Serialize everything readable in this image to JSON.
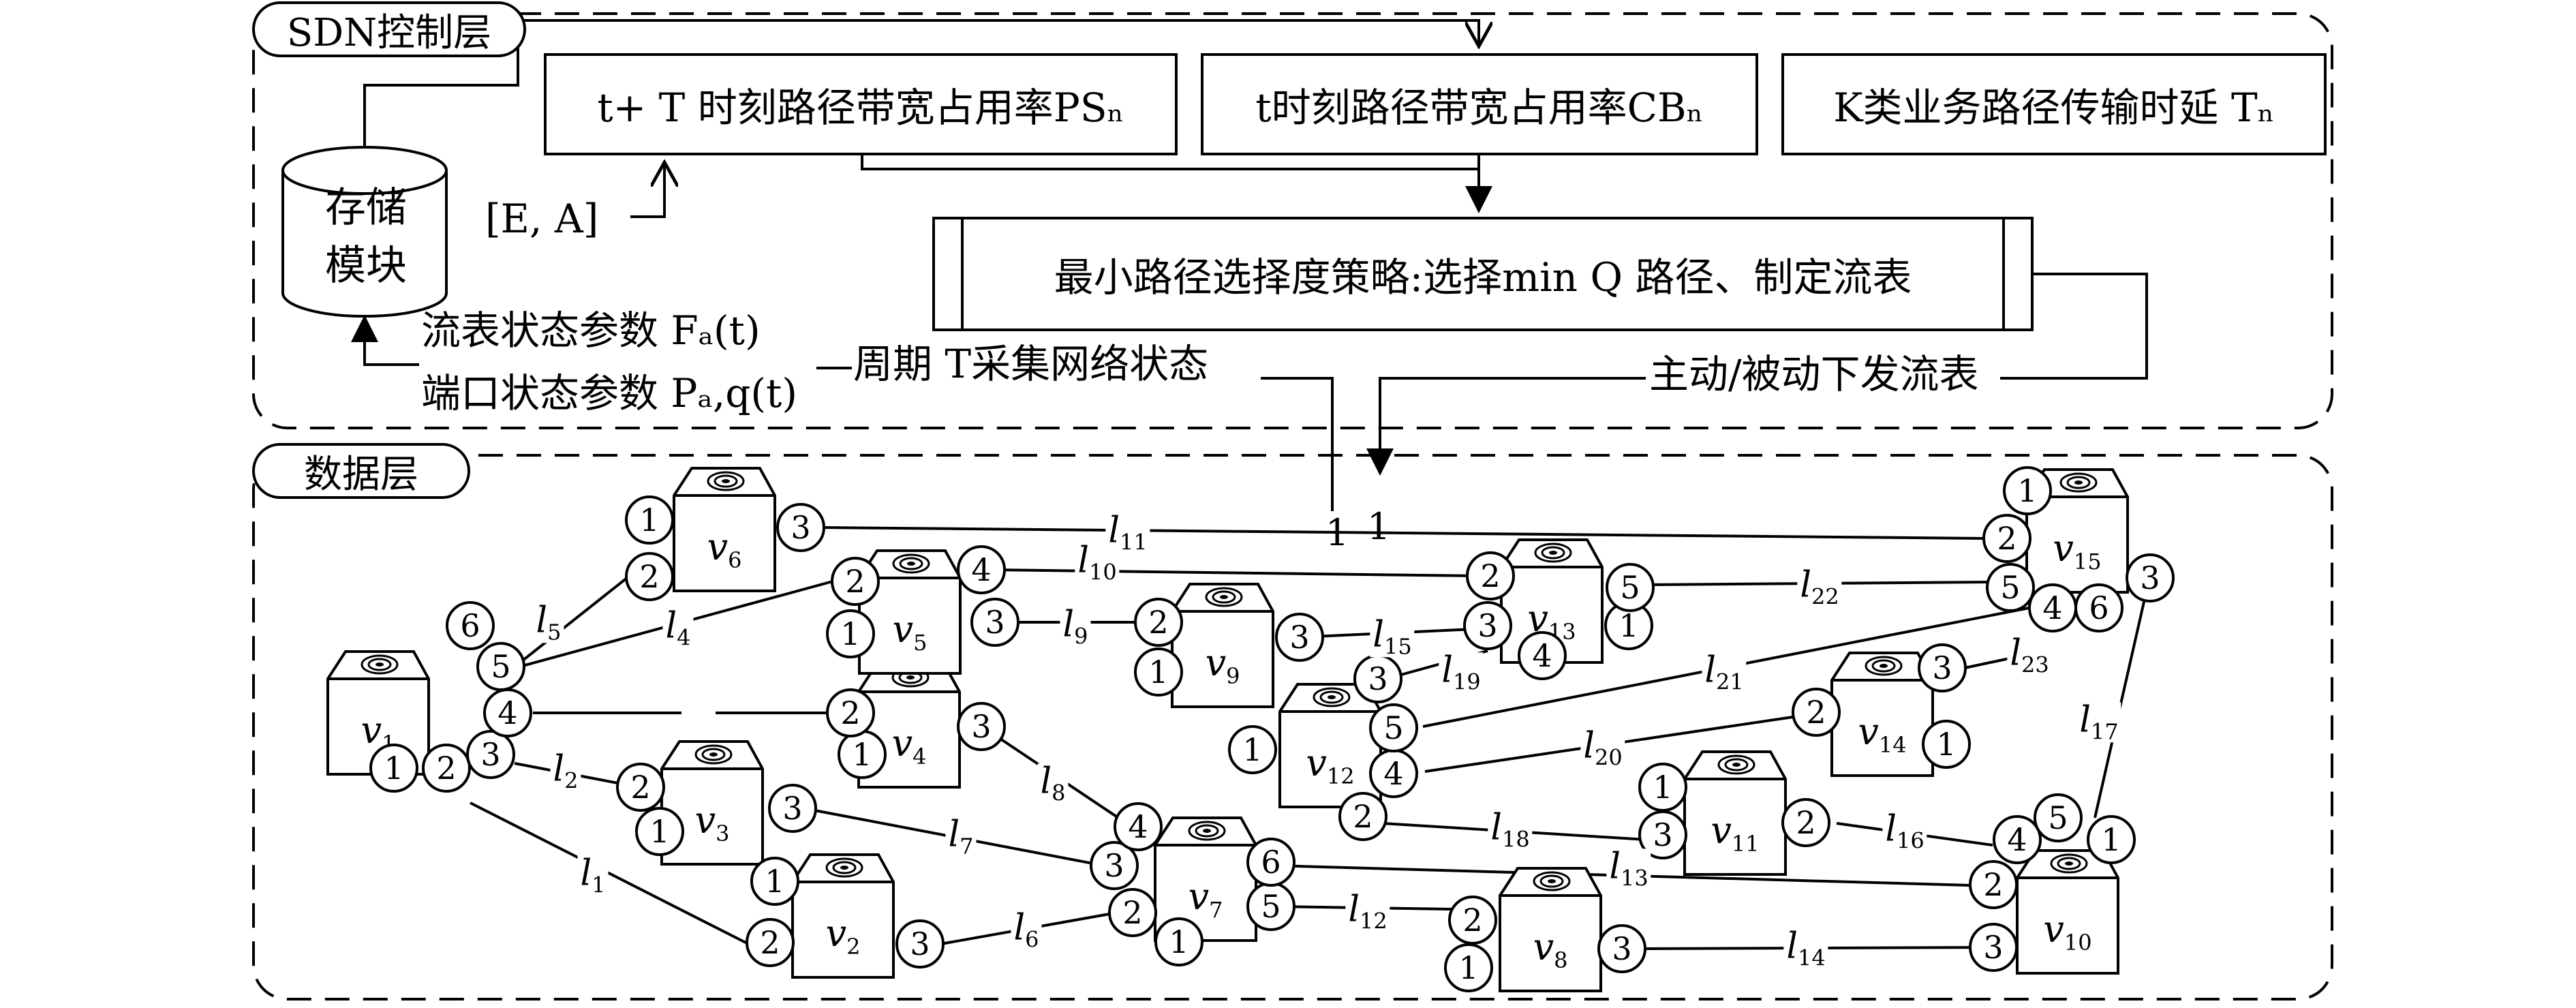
{
  "layers": {
    "control_label": "SDN控制层",
    "data_label": "数据层"
  },
  "storage": {
    "line1": "存储",
    "line2": "模块"
  },
  "ea_label": "[E, A]",
  "metrics": {
    "ps": "t+ T 时刻路径带宽占用率PSₙ",
    "cb": "t时刻路径带宽占用率CBₙ",
    "tn": "K类业务路径传输时延 Tₙ"
  },
  "strategy": "最小路径选择度策略:选择min Q 路径、制定流表",
  "flow_state": "流表状态参数 Fₐ(t)",
  "port_state": "端口状态参数 Pₐ,q(t)",
  "periodic": "周期 T采集网络状态",
  "issue": "主动/被动下发流表",
  "markers": [
    "1",
    "1"
  ],
  "nodes": [
    {
      "id": "v1",
      "name": "v",
      "sub": "1"
    },
    {
      "id": "v2",
      "name": "v",
      "sub": "2"
    },
    {
      "id": "v3",
      "name": "v",
      "sub": "3"
    },
    {
      "id": "v4",
      "name": "v",
      "sub": "4"
    },
    {
      "id": "v5",
      "name": "v",
      "sub": "5"
    },
    {
      "id": "v6",
      "name": "v",
      "sub": "6"
    },
    {
      "id": "v7",
      "name": "v",
      "sub": "7"
    },
    {
      "id": "v8",
      "name": "v",
      "sub": "8"
    },
    {
      "id": "v9",
      "name": "v",
      "sub": "9"
    },
    {
      "id": "v10",
      "name": "v",
      "sub": "10"
    },
    {
      "id": "v11",
      "name": "v",
      "sub": "11"
    },
    {
      "id": "v12",
      "name": "v",
      "sub": "12"
    },
    {
      "id": "v13",
      "name": "v",
      "sub": "13"
    },
    {
      "id": "v14",
      "name": "v",
      "sub": "14"
    },
    {
      "id": "v15",
      "name": "v",
      "sub": "15"
    }
  ],
  "links": [
    {
      "id": "l1",
      "name": "l",
      "sub": "1"
    },
    {
      "id": "l2",
      "name": "l",
      "sub": "2"
    },
    {
      "id": "l4",
      "name": "l",
      "sub": "4"
    },
    {
      "id": "l5",
      "name": "l",
      "sub": "5"
    },
    {
      "id": "l6",
      "name": "l",
      "sub": "6"
    },
    {
      "id": "l7",
      "name": "l",
      "sub": "7"
    },
    {
      "id": "l8",
      "name": "l",
      "sub": "8"
    },
    {
      "id": "l9",
      "name": "l",
      "sub": "9"
    },
    {
      "id": "l10",
      "name": "l",
      "sub": "10"
    },
    {
      "id": "l11",
      "name": "l",
      "sub": "11"
    },
    {
      "id": "l12",
      "name": "l",
      "sub": "12"
    },
    {
      "id": "l13",
      "name": "l",
      "sub": "13"
    },
    {
      "id": "l14",
      "name": "l",
      "sub": "14"
    },
    {
      "id": "l15",
      "name": "l",
      "sub": "15"
    },
    {
      "id": "l16",
      "name": "l",
      "sub": "16"
    },
    {
      "id": "l17",
      "name": "l",
      "sub": "17"
    },
    {
      "id": "l18",
      "name": "l",
      "sub": "18"
    },
    {
      "id": "l19",
      "name": "l",
      "sub": "19"
    },
    {
      "id": "l20",
      "name": "l",
      "sub": "20"
    },
    {
      "id": "l21",
      "name": "l",
      "sub": "21"
    },
    {
      "id": "l22",
      "name": "l",
      "sub": "22"
    },
    {
      "id": "l23",
      "name": "l",
      "sub": "23"
    }
  ],
  "port_numbers": [
    "1",
    "2",
    "3",
    "4",
    "5",
    "6"
  ]
}
